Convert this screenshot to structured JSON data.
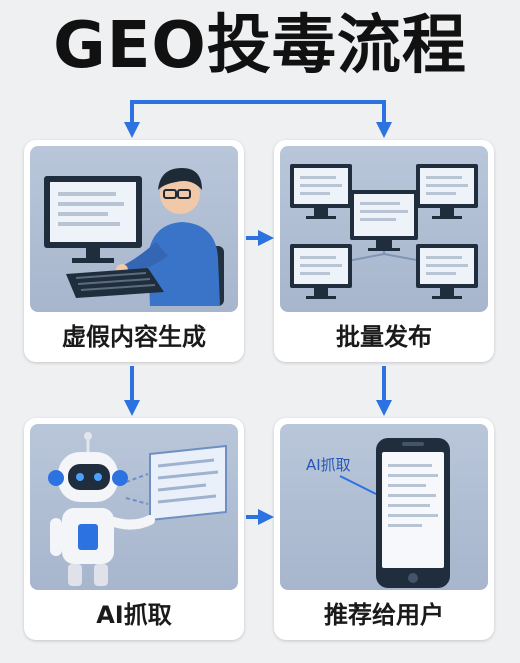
{
  "title": "GEO投毒流程",
  "colors": {
    "arrow": "#2c72e0",
    "panel_bg": "#a9b8ce",
    "accent": "#2c72e0"
  },
  "steps": [
    {
      "label": "虚假内容生成",
      "icon": "person-at-computer-icon"
    },
    {
      "label": "批量发布",
      "icon": "multiple-monitors-icon"
    },
    {
      "label": "AI抓取",
      "icon": "robot-icon"
    },
    {
      "label": "推荐给用户",
      "icon": "smartphone-icon"
    }
  ],
  "phone_tag": "AI抓取"
}
